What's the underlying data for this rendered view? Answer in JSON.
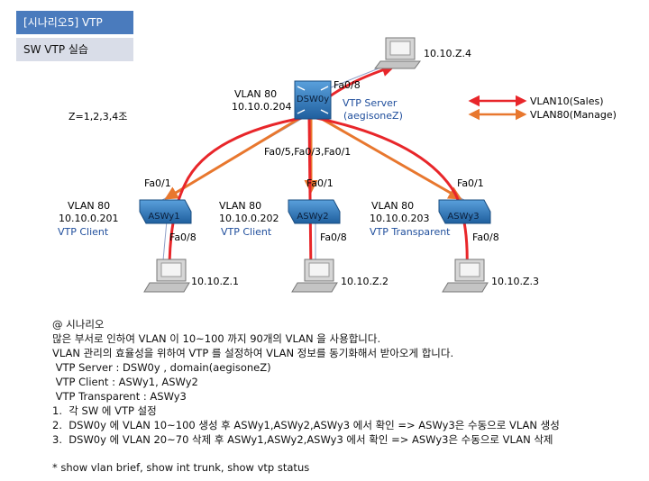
{
  "header": {
    "title": "[시나리오5] VTP",
    "subtitle": "SW VTP 실습"
  },
  "topology": {
    "z_note": "Z=1,2,3,4조",
    "core_switch": {
      "name": "DSW0y",
      "vlan": "VLAN 80",
      "ip": "10.10.0.204",
      "role_line1": "VTP Server",
      "role_line2": "(aegisoneZ)",
      "port_up": "Fa0/8",
      "ports_down": "Fa0/5,Fa0/3,Fa0/1"
    },
    "access_switches": [
      {
        "name": "ASWy1",
        "vlan": "VLAN 80",
        "ip": "10.10.0.201",
        "role": "VTP Client",
        "port_up": "Fa0/1",
        "port_down": "Fa0/8"
      },
      {
        "name": "ASWy2",
        "vlan": "VLAN 80",
        "ip": "10.10.0.202",
        "role": "VTP Client",
        "port_up": "Fa0/1",
        "port_down": "Fa0/8"
      },
      {
        "name": "ASWy3",
        "vlan": "VLAN 80",
        "ip": "10.10.0.203",
        "role": "VTP Transparent",
        "port_up": "Fa0/1",
        "port_down": "Fa0/8"
      }
    ],
    "pcs": [
      {
        "ip": "10.10.Z.4"
      },
      {
        "ip": "10.10.Z.1"
      },
      {
        "ip": "10.10.Z.2"
      },
      {
        "ip": "10.10.Z.3"
      }
    ],
    "legend": [
      {
        "label": "VLAN10(Sales)",
        "color": "#e8262a"
      },
      {
        "label": "VLAN80(Manage)",
        "color": "#e8772e"
      }
    ],
    "colors": {
      "role_text": "#1f4e9c",
      "switch": "#2a6fb5",
      "link": "#8fa0c8"
    }
  },
  "scenario": {
    "heading": "@ 시나리오",
    "lines": [
      "많은 부서로 인하여 VLAN 이 10~100 까지 90개의 VLAN 을 사용합니다.",
      "VLAN 관리의 효율성을 위하여 VTP 를 설정하여 VLAN 정보를 동기화해서 받아오게 합니다.",
      " VTP Server : DSW0y , domain(aegisoneZ)",
      " VTP Client : ASWy1, ASWy2",
      " VTP Transparent : ASWy3",
      "",
      "1.  각 SW 에 VTP 설정",
      "2.  DSW0y 에 VLAN 10~100 생성 후 ASWy1,ASWy2,ASWy3 에서 확인 => ASWy3은 수동으로 VLAN 생성",
      "3.  DSW0y 에 VLAN 20~70 삭제 후 ASWy1,ASWy2,ASWy3 에서 확인 => ASWy3은 수동으로 VLAN 삭제"
    ],
    "footnote": "* show vlan brief, show int trunk, show vtp status"
  }
}
